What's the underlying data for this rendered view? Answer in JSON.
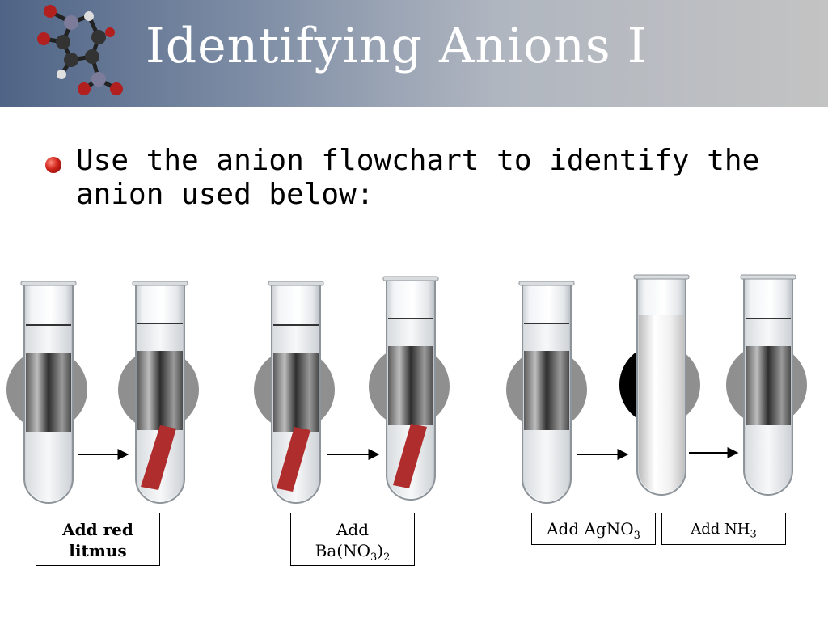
{
  "title": "Identifying Anions I",
  "bullet": "Use the anion flowchart to identify the anion used below:",
  "labels": {
    "litmus": "Add red litmus",
    "barium_prefix": "Add",
    "barium_formula": "Ba(NO",
    "barium_sub1": "3",
    "barium_mid": ")",
    "barium_sub2": "2",
    "silver_text": "Add AgNO",
    "silver_sub": "3",
    "ammonia_text": "Add NH",
    "ammonia_sub": "3"
  },
  "colors": {
    "bullet": "#d0231a",
    "litmus": "#b02d2d",
    "title_bar_left": "#4f6486",
    "title_bar_right": "#c3c3c3"
  },
  "icons": [
    "molecule-logo",
    "arrow-icon"
  ]
}
